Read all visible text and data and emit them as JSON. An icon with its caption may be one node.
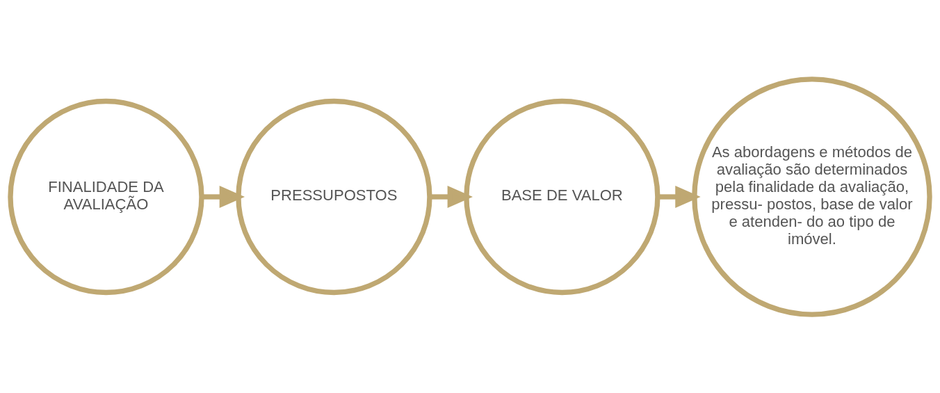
{
  "diagram": {
    "nodes": [
      {
        "text": [
          "FINALIDADE DA AVALIAÇÃO"
        ]
      },
      {
        "text": [
          "PRESSUPOSTOS"
        ]
      },
      {
        "text": [
          "BASE DE VALOR"
        ]
      },
      {
        "text": [
          "As abordagens e métodos de avaliação são determinados pela finalidade da avaliação, pressu- postos, base de valor e atenden- do ao tipo de imóvel."
        ]
      }
    ],
    "edges": [
      {
        "from": 0,
        "to": 1,
        "arrow": "to",
        "color": "#bfa872"
      },
      {
        "from": 1,
        "to": 2,
        "arrow": "to",
        "color": "#bfa872"
      },
      {
        "from": 2,
        "to": 3,
        "arrow": "to",
        "color": "#bfa872"
      }
    ]
  }
}
